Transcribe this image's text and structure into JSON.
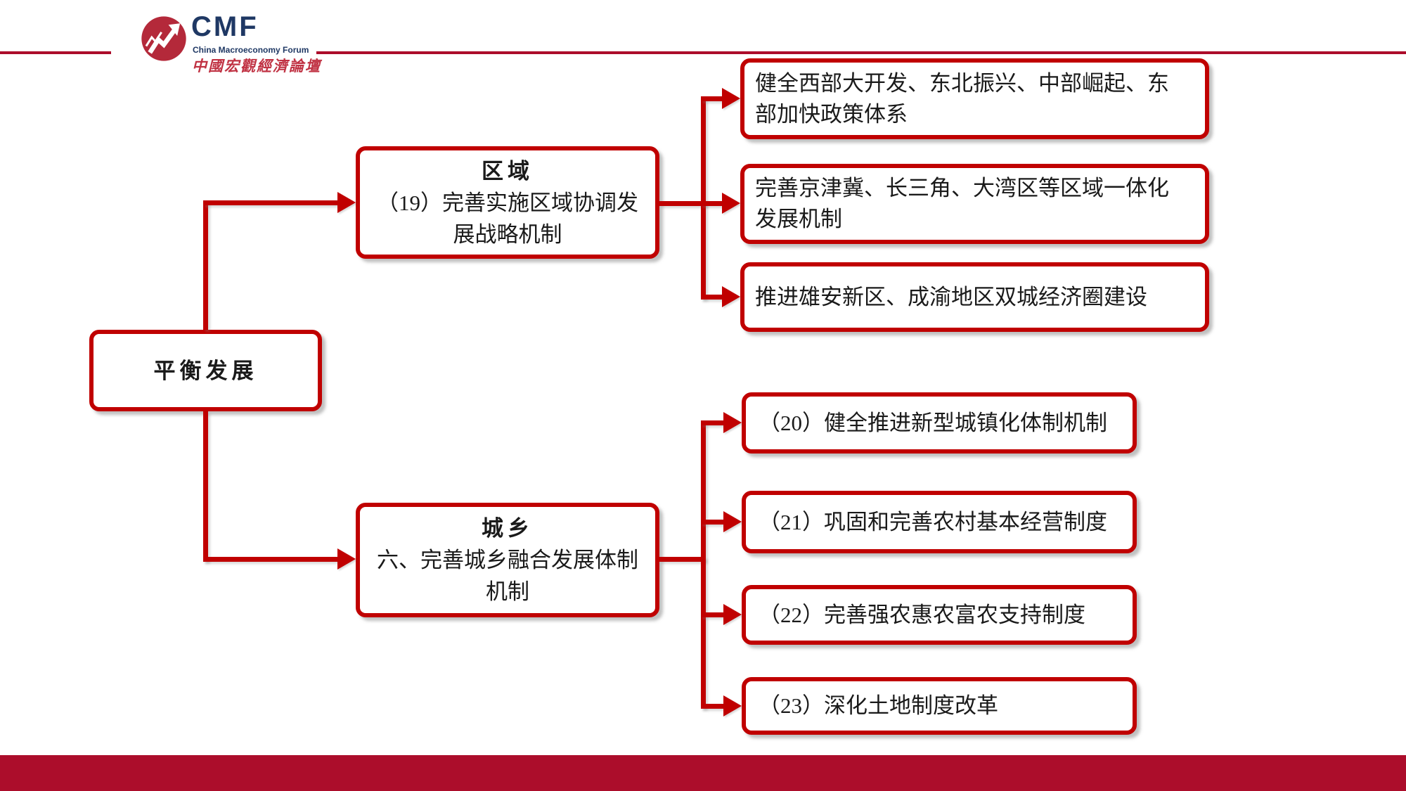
{
  "logo": {
    "acronym": "CMF",
    "subtitle": "China Macroeconomy Forum",
    "chinese": "中國宏觀經濟論壇"
  },
  "colors": {
    "diagram_red": "#C00000",
    "bar_crimson": "#AC0D2B",
    "logo_circle_red": "#B4293A",
    "logo_navy": "#1F3864",
    "logo_calligraphy_red": "#C03243",
    "text_black": "#1a1a1a"
  },
  "tree": {
    "root": {
      "label": "平衡发展"
    },
    "branches": [
      {
        "title": "区域",
        "body": "（19）完善实施区域协调发\n展战略机制",
        "children": [
          "健全西部大开发、东北振兴、中部崛起、东\n部加快政策体系",
          "完善京津冀、长三角、大湾区等区域一体化\n发展机制",
          "推进雄安新区、成渝地区双城经济圈建设"
        ]
      },
      {
        "title": "城乡",
        "body": "六、完善城乡融合发展体制\n机制",
        "children": [
          "（20）健全推进新型城镇化体制机制",
          "（21）巩固和完善农村基本经营制度",
          "（22）完善强农惠农富农支持制度",
          "（23）深化土地制度改革"
        ]
      }
    ]
  }
}
